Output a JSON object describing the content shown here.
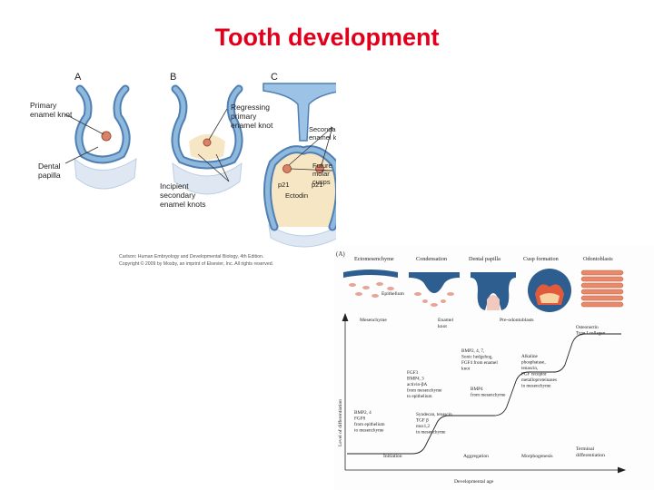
{
  "title": "Tooth development",
  "figure_a": {
    "panels": [
      "A",
      "B",
      "C"
    ],
    "labels": {
      "primary_knot": [
        "Primary",
        "enamel knot"
      ],
      "dental_papilla": [
        "Dental",
        "papilla"
      ],
      "regressing": [
        "Regressing",
        "primary",
        "enamel knot"
      ],
      "incipient": [
        "Incipient",
        "secondary",
        "enamel knots"
      ],
      "secondary_knot": [
        "Secondary",
        "enamel knot"
      ],
      "future_cusps": [
        "Future",
        "molar",
        "cusps"
      ],
      "p21_left": "p21",
      "p21_right": "p21",
      "ectodin": "Ectodin"
    },
    "caption": [
      "Carlson: Human Embryology and Developmental Biology, 4th Edition.",
      "Copyright © 2009 by Mosby, an imprint of Elsevier, Inc. All rights reserved."
    ]
  },
  "figure_b": {
    "panel_letter": "(A)",
    "stages": [
      "Ectomesenchyme",
      "Condensation",
      "Dental papilla",
      "Cusp formation",
      "Odontoblasts"
    ],
    "cell_labels": {
      "epithelium": "Epithelium",
      "mesenchyme": "Mesenchyme",
      "enamel_knot": [
        "Enamel",
        "knot"
      ],
      "preodontoblasts": "Pre-odontoblasts"
    },
    "y_axis": "Level of differentiation",
    "x_axis": "Developmental age",
    "phases": [
      "Initiation",
      "Aggregation",
      "Morphogenesis",
      "Terminal differentiation"
    ],
    "signals": {
      "s1": [
        "BMP2, 4",
        "FGF8",
        "from epithelium",
        "to mesenchyme"
      ],
      "s2": [
        "Syndecan, tenascin",
        "TGF β",
        "msx1,2",
        "in mesenchyme"
      ],
      "s3": [
        "FGF3",
        "BMP4, 3",
        "activin-βA",
        "from mesenchyme",
        "to epithelium"
      ],
      "s4": [
        "BMP2, 4, 7,",
        "Sonic hedgehog,",
        "FGF4 from enamel",
        "knot"
      ],
      "s5": [
        "BMP4",
        "from mesenchyme"
      ],
      "s6": [
        "Alkaline",
        "phosphatase,",
        "tenascin,",
        "FGF receptor",
        "metalloproteinases",
        "in mesenchyme"
      ],
      "s7": [
        "Osteonectin",
        "Type I collagen"
      ]
    }
  }
}
